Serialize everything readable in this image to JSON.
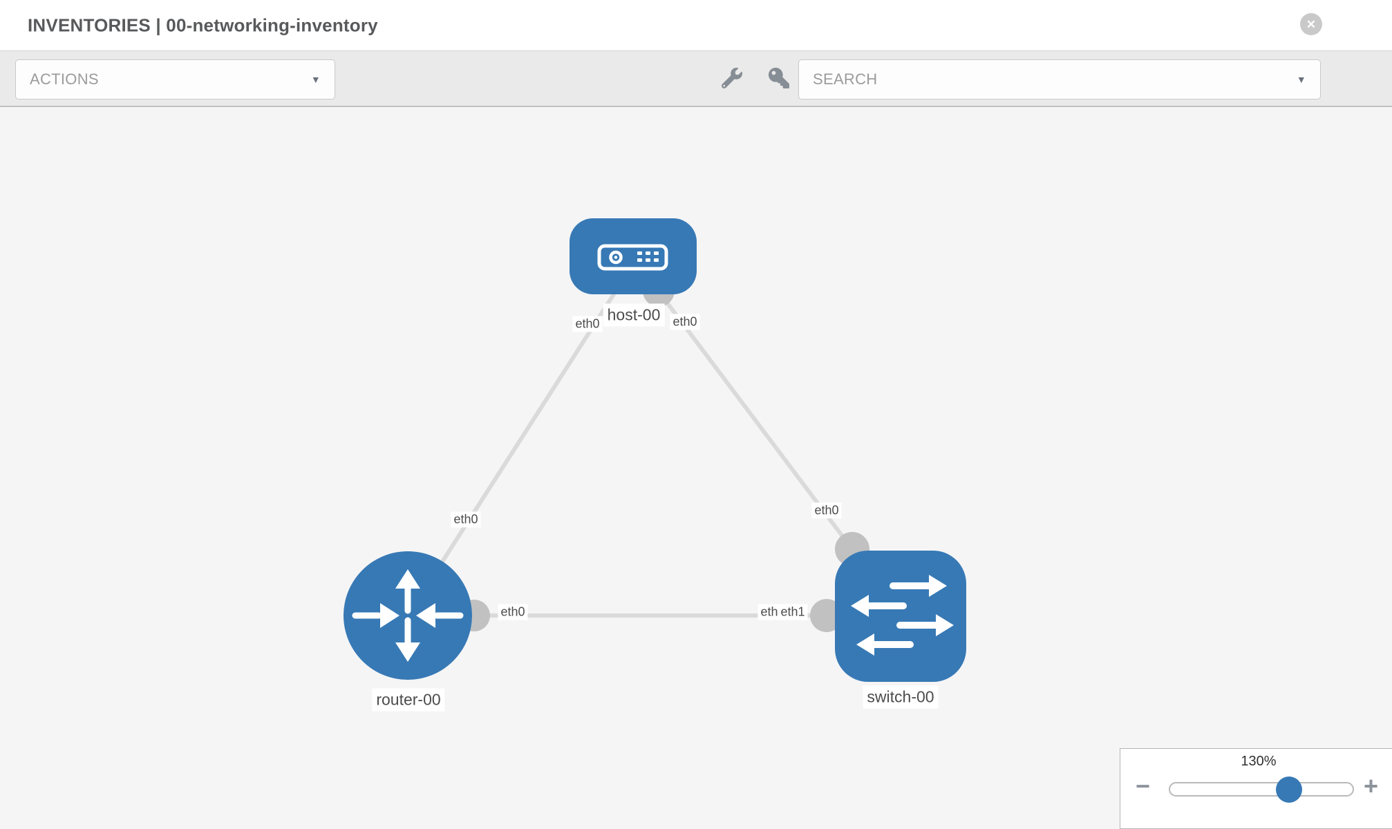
{
  "header": {
    "title": "INVENTORIES | 00-networking-inventory"
  },
  "toolbar": {
    "actions_label": "ACTIONS",
    "search_label": "SEARCH"
  },
  "icons": {
    "close_glyph": "✕",
    "caret_glyph": "▼",
    "wrench": "wrench-icon",
    "key": "key-icon",
    "host": "host-device-icon",
    "router": "router-arrows-icon",
    "switch": "switch-exchange-icon"
  },
  "canvas": {
    "nodes": [
      {
        "id": "host-00",
        "label": "host-00",
        "type": "host"
      },
      {
        "id": "router-00",
        "label": "router-00",
        "type": "router"
      },
      {
        "id": "switch-00",
        "label": "switch-00",
        "type": "switch"
      }
    ],
    "links": [
      {
        "from": "host-00",
        "to": "router-00",
        "from_interface": "eth0",
        "to_interface": "eth0"
      },
      {
        "from": "host-00",
        "to": "switch-00",
        "from_interface": "eth0",
        "to_interface": "eth0"
      },
      {
        "from": "router-00",
        "to": "switch-00",
        "from_interface": "eth0",
        "to_interface": "eth1",
        "to_interface_overlapped": "eth0"
      }
    ]
  },
  "zoom_control": {
    "level": "130%",
    "minus_label": "−",
    "plus_label": "+"
  },
  "colors": {
    "node_blue": "#3779b5",
    "link_gray": "#dadada",
    "interface_gray": "#c1c1c1",
    "toolbar_bg": "#eaeaea",
    "canvas_bg": "#f5f5f6",
    "title_text": "#58595b"
  }
}
